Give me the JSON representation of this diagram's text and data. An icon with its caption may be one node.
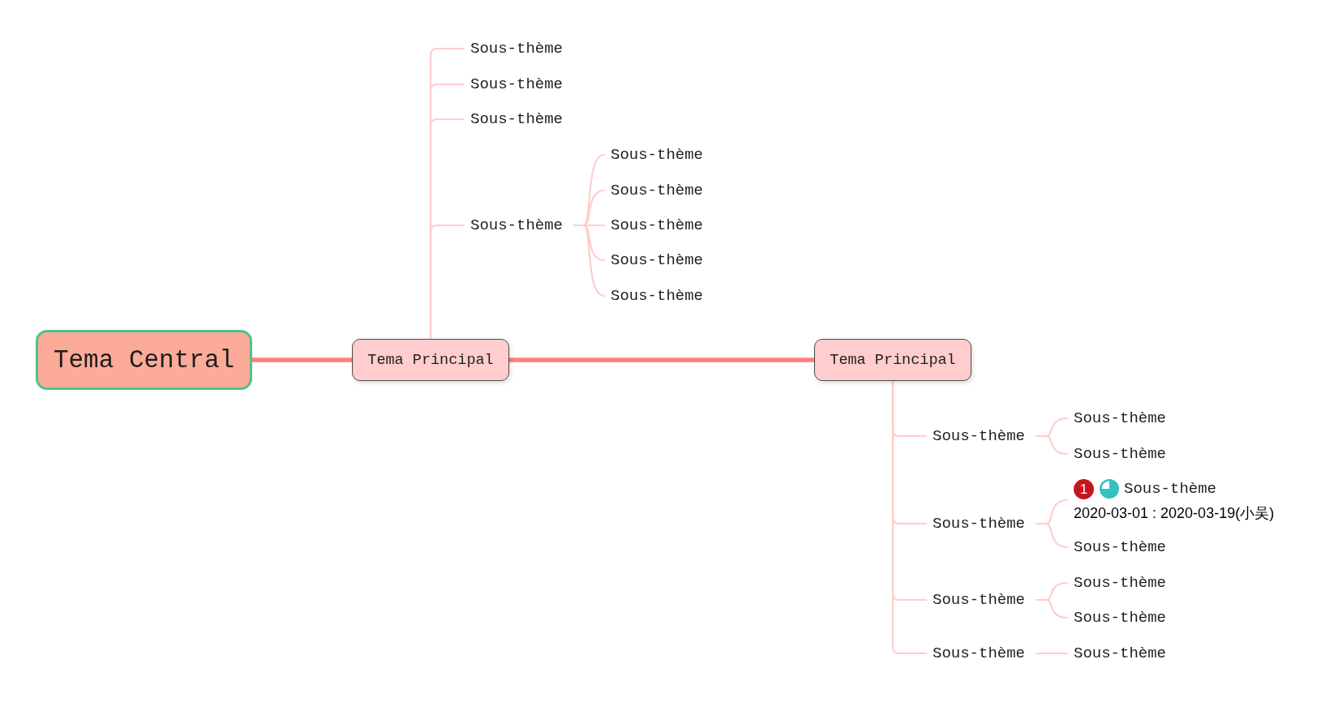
{
  "diagram": {
    "nodes": [
      {
        "text": [
          "Tema Central"
        ]
      },
      {
        "text": [
          "Tema Principal"
        ]
      },
      {
        "text": [
          "Tema Principal"
        ]
      },
      {
        "text": [
          "Sous-thème"
        ]
      },
      {
        "text": [
          "Sous-thème"
        ]
      },
      {
        "text": [
          "Sous-thème"
        ]
      },
      {
        "text": [
          "Sous-thème"
        ]
      },
      {
        "text": [
          "Sous-thème"
        ]
      },
      {
        "text": [
          "Sous-thème"
        ]
      },
      {
        "text": [
          "Sous-thème"
        ]
      },
      {
        "text": [
          "Sous-thème"
        ]
      },
      {
        "text": [
          "Sous-thème"
        ]
      },
      {
        "text": [
          "Sous-thème"
        ]
      },
      {
        "text": [
          "Sous-thème"
        ]
      },
      {
        "text": [
          "Sous-thème"
        ]
      },
      {
        "text": [
          "Sous-thème"
        ]
      },
      {
        "text": [
          "Sous-thème"
        ]
      },
      {
        "text": [
          "Sous-thème"
        ]
      },
      {
        "text": [
          "1",
          "Sous-thème",
          "2020-03-01 : 2020-03-19(小吴)"
        ]
      },
      {
        "text": [
          "Sous-thème"
        ]
      },
      {
        "text": [
          "Sous-thème"
        ]
      },
      {
        "text": [
          "Sous-thème"
        ]
      },
      {
        "text": [
          "Sous-thème"
        ]
      }
    ],
    "edges": [
      {
        "from": 0,
        "to": 1,
        "arrow": "none",
        "style": "thick",
        "color": "#ff7f7a"
      },
      {
        "from": 1,
        "to": 2,
        "arrow": "none",
        "style": "thick",
        "color": "#ff7f7a"
      },
      {
        "from": 1,
        "to": 3,
        "arrow": "none"
      },
      {
        "from": 1,
        "to": 4,
        "arrow": "none"
      },
      {
        "from": 1,
        "to": 5,
        "arrow": "none"
      },
      {
        "from": 1,
        "to": 6,
        "arrow": "none"
      },
      {
        "from": 6,
        "to": 7,
        "arrow": "none"
      },
      {
        "from": 6,
        "to": 8,
        "arrow": "none"
      },
      {
        "from": 6,
        "to": 9,
        "arrow": "none"
      },
      {
        "from": 6,
        "to": 10,
        "arrow": "none"
      },
      {
        "from": 6,
        "to": 11,
        "arrow": "none"
      },
      {
        "from": 2,
        "to": 12,
        "arrow": "none"
      },
      {
        "from": 2,
        "to": 13,
        "arrow": "none"
      },
      {
        "from": 2,
        "to": 14,
        "arrow": "none"
      },
      {
        "from": 2,
        "to": 15,
        "arrow": "none"
      },
      {
        "from": 12,
        "to": 16,
        "arrow": "none"
      },
      {
        "from": 12,
        "to": 17,
        "arrow": "none"
      },
      {
        "from": 13,
        "to": 18,
        "arrow": "none"
      },
      {
        "from": 13,
        "to": 19,
        "arrow": "none"
      },
      {
        "from": 14,
        "to": 20,
        "arrow": "none"
      },
      {
        "from": 14,
        "to": 21,
        "arrow": "none"
      },
      {
        "from": 15,
        "to": 22,
        "arrow": "none"
      }
    ]
  }
}
